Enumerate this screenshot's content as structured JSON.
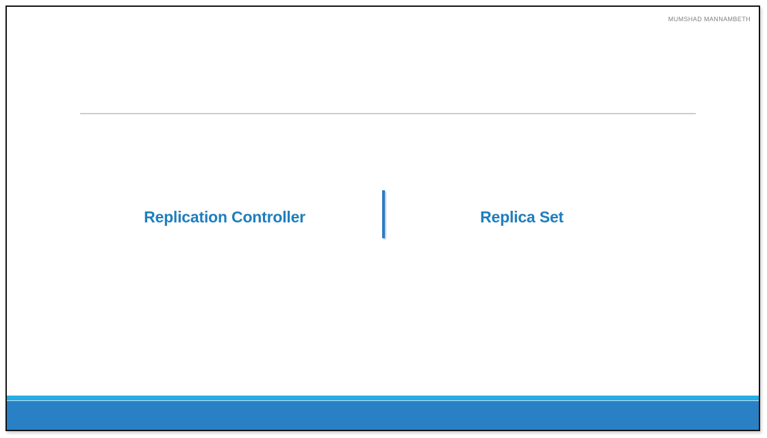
{
  "slide": {
    "author": "MUMSHAD MANNAMBETH",
    "left_heading": "Replication Controller",
    "right_heading": "Replica Set"
  },
  "colors": {
    "heading_blue": "#1e7ebd",
    "divider_blue": "#2e7ac5",
    "footer_accent_cyan": "#29ade4",
    "footer_bar_blue": "#2980c5",
    "rule_gray": "#cccccc",
    "author_gray": "#808080",
    "frame_border": "#141414"
  }
}
